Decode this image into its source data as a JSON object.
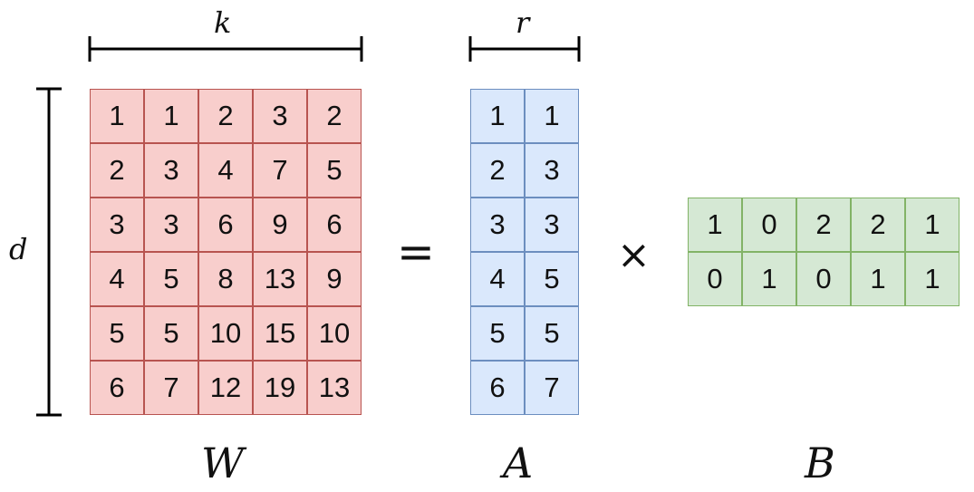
{
  "labels": {
    "k": "k",
    "r": "r",
    "d": "d",
    "W": "W",
    "A": "A",
    "B": "B"
  },
  "operators": {
    "equals": "=",
    "times": "×"
  },
  "colors": {
    "W_fill": "#f8cecc",
    "W_stroke": "#b85450",
    "A_fill": "#dae8fc",
    "A_stroke": "#6c8ebf",
    "B_fill": "#d5e8d4",
    "B_stroke": "#82b366"
  },
  "matrices": {
    "W": [
      [
        "1",
        "1",
        "2",
        "3",
        "2"
      ],
      [
        "2",
        "3",
        "4",
        "7",
        "5"
      ],
      [
        "3",
        "3",
        "6",
        "9",
        "6"
      ],
      [
        "4",
        "5",
        "8",
        "13",
        "9"
      ],
      [
        "5",
        "5",
        "10",
        "15",
        "10"
      ],
      [
        "6",
        "7",
        "12",
        "19",
        "13"
      ]
    ],
    "A": [
      [
        "1",
        "1"
      ],
      [
        "2",
        "3"
      ],
      [
        "3",
        "3"
      ],
      [
        "4",
        "5"
      ],
      [
        "5",
        "5"
      ],
      [
        "6",
        "7"
      ]
    ],
    "B": [
      [
        "1",
        "0",
        "2",
        "2",
        "1"
      ],
      [
        "0",
        "1",
        "0",
        "1",
        "1"
      ]
    ]
  }
}
